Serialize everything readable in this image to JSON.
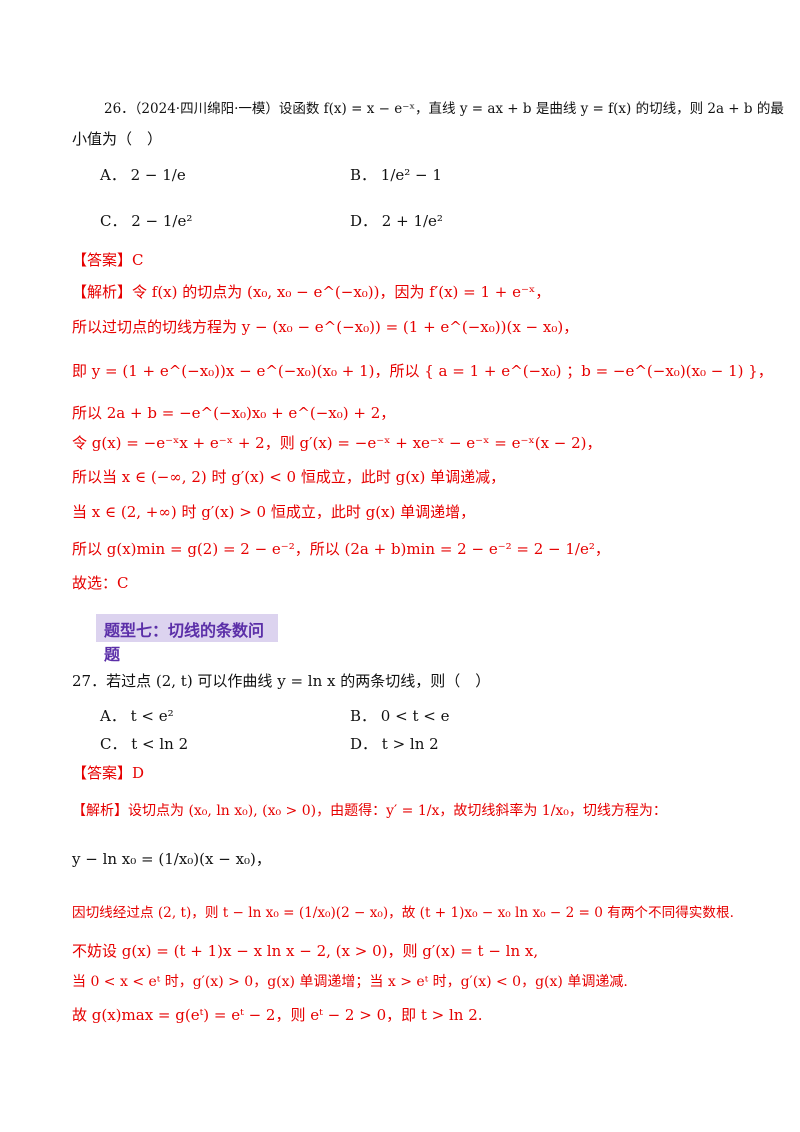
{
  "q26": {
    "line1": "26．（2024·四川绵阳·一模）设函数 f(x) = x − e⁻ˣ，直线 y = ax + b 是曲线 y = f(x) 的切线，则 2a + b 的最",
    "line2": "小值为（　）",
    "options": {
      "A": "A．  2 − 1/e",
      "B": "B．  1/e² − 1",
      "C": "C．  2 − 1/e²",
      "D": "D．  2 + 1/e²"
    },
    "answer": "【答案】C",
    "sol": [
      "【解析】令 f(x) 的切点为 (x₀, x₀ − e^(−x₀))，因为 f′(x) = 1 + e⁻ˣ，",
      "所以过切点的切线方程为 y − (x₀ − e^(−x₀)) = (1 + e^(−x₀))(x − x₀)，",
      "即 y = (1 + e^(−x₀))x − e^(−x₀)(x₀ + 1)，所以 { a = 1 + e^(−x₀) ；b = −e^(−x₀)(x₀ − 1) }，",
      "所以 2a + b = −e^(−x₀)x₀ + e^(−x₀) + 2，",
      "令 g(x) = −e⁻ˣx + e⁻ˣ + 2，则 g′(x) = −e⁻ˣ + xe⁻ˣ − e⁻ˣ = e⁻ˣ(x − 2)，",
      "所以当 x ∈ (−∞, 2) 时 g′(x) < 0 恒成立，此时 g(x) 单调递减，",
      "当 x ∈ (2, +∞) 时 g′(x) > 0 恒成立，此时 g(x) 单调递增，",
      "所以 g(x)min = g(2) = 2 − e⁻²，所以 (2a + b)min = 2 − e⁻² = 2 − 1/e²，",
      "故选：C"
    ]
  },
  "section_title": "题型七：切线的条数问题",
  "q27": {
    "line1": "27．若过点 (2, t) 可以作曲线 y = ln x 的两条切线，则（　）",
    "options": {
      "A": "A．  t < e²",
      "B": "B．  0 < t < e",
      "C": "C．  t < ln 2",
      "D": "D．  t > ln 2"
    },
    "answer": "【答案】D",
    "sol": [
      "【解析】设切点为 (x₀, ln x₀), (x₀ > 0)，由题得：y′ = 1/x，故切线斜率为 1/x₀，切线方程为：",
      "y − ln x₀ = (1/x₀)(x − x₀)，",
      "因切线经过点 (2, t)，则 t − ln x₀ = (1/x₀)(2 − x₀)，故 (t + 1)x₀ − x₀ ln x₀ − 2 = 0 有两个不同得实数根.",
      "不妨设 g(x) = (t + 1)x − x ln x − 2, (x > 0)，则 g′(x) = t − ln x,",
      "当 0 < x < eᵗ 时，g′(x) > 0，g(x) 单调递增；当 x > eᵗ 时，g′(x) < 0，g(x) 单调递减.",
      "故 g(x)max = g(eᵗ) = eᵗ − 2，则 eᵗ − 2 > 0，即 t > ln 2."
    ]
  }
}
